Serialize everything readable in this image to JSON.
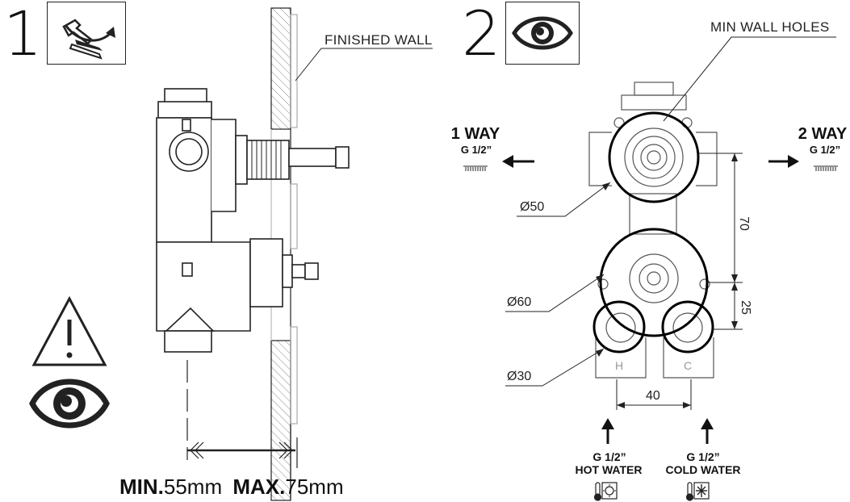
{
  "step1": {
    "number": "1",
    "icon": "wrench-install-icon"
  },
  "step2": {
    "number": "2",
    "icon": "eye-icon"
  },
  "labels": {
    "finished_wall": "FINISHED WALL",
    "min_wall_holes": "MIN WALL HOLES"
  },
  "outlets": {
    "left": {
      "title": "1 WAY",
      "thread": "G 1/2”",
      "icon": "shower-icon"
    },
    "right": {
      "title": "2 WAY",
      "thread": "G 1/2”",
      "icon": "shower-icon"
    }
  },
  "dimensions": {
    "d50": "Ø50",
    "d60": "Ø60",
    "d30": "Ø30",
    "v70": "70",
    "v25": "25",
    "h40": "40"
  },
  "inlets": {
    "hot": {
      "thread": "G 1/2”",
      "label": "HOT WATER",
      "port": "H",
      "icon": "hot-thermometer-icon"
    },
    "cold": {
      "thread": "G 1/2”",
      "label": "COLD WATER",
      "port": "C",
      "icon": "cold-thermometer-icon"
    }
  },
  "depth": {
    "min_label": "MIN.",
    "min_value": "55mm",
    "max_label": "MAX.",
    "max_value": "75mm"
  },
  "warning_icon": "warning-triangle-icon",
  "colors": {
    "line": "#222222",
    "hatch": "#888888"
  }
}
